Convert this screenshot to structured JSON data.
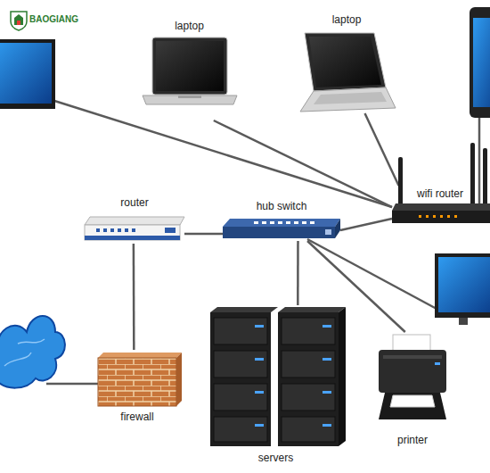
{
  "diagram": {
    "nodes": [
      {
        "text": [
          "laptop"
        ]
      },
      {
        "text": [
          "laptop"
        ]
      },
      {
        "text": [
          "router"
        ]
      },
      {
        "text": [
          "hub switch"
        ]
      },
      {
        "text": [
          "wifi router"
        ]
      },
      {
        "text": [
          "firewall"
        ]
      },
      {
        "text": [
          "servers"
        ]
      },
      {
        "text": [
          "printer"
        ]
      }
    ],
    "edges": [
      {
        "from": 0,
        "to": 4,
        "arrow": "none"
      },
      {
        "from": 1,
        "to": 4,
        "arrow": "none"
      },
      {
        "from": 2,
        "to": 3,
        "arrow": "none"
      },
      {
        "from": 3,
        "to": 4,
        "arrow": "none"
      },
      {
        "from": 2,
        "to": 5,
        "arrow": "none"
      },
      {
        "from": 3,
        "to": 6,
        "arrow": "none"
      },
      {
        "from": 3,
        "to": 7,
        "arrow": "none"
      }
    ],
    "labels": [
      "BAOGIANG"
    ]
  }
}
